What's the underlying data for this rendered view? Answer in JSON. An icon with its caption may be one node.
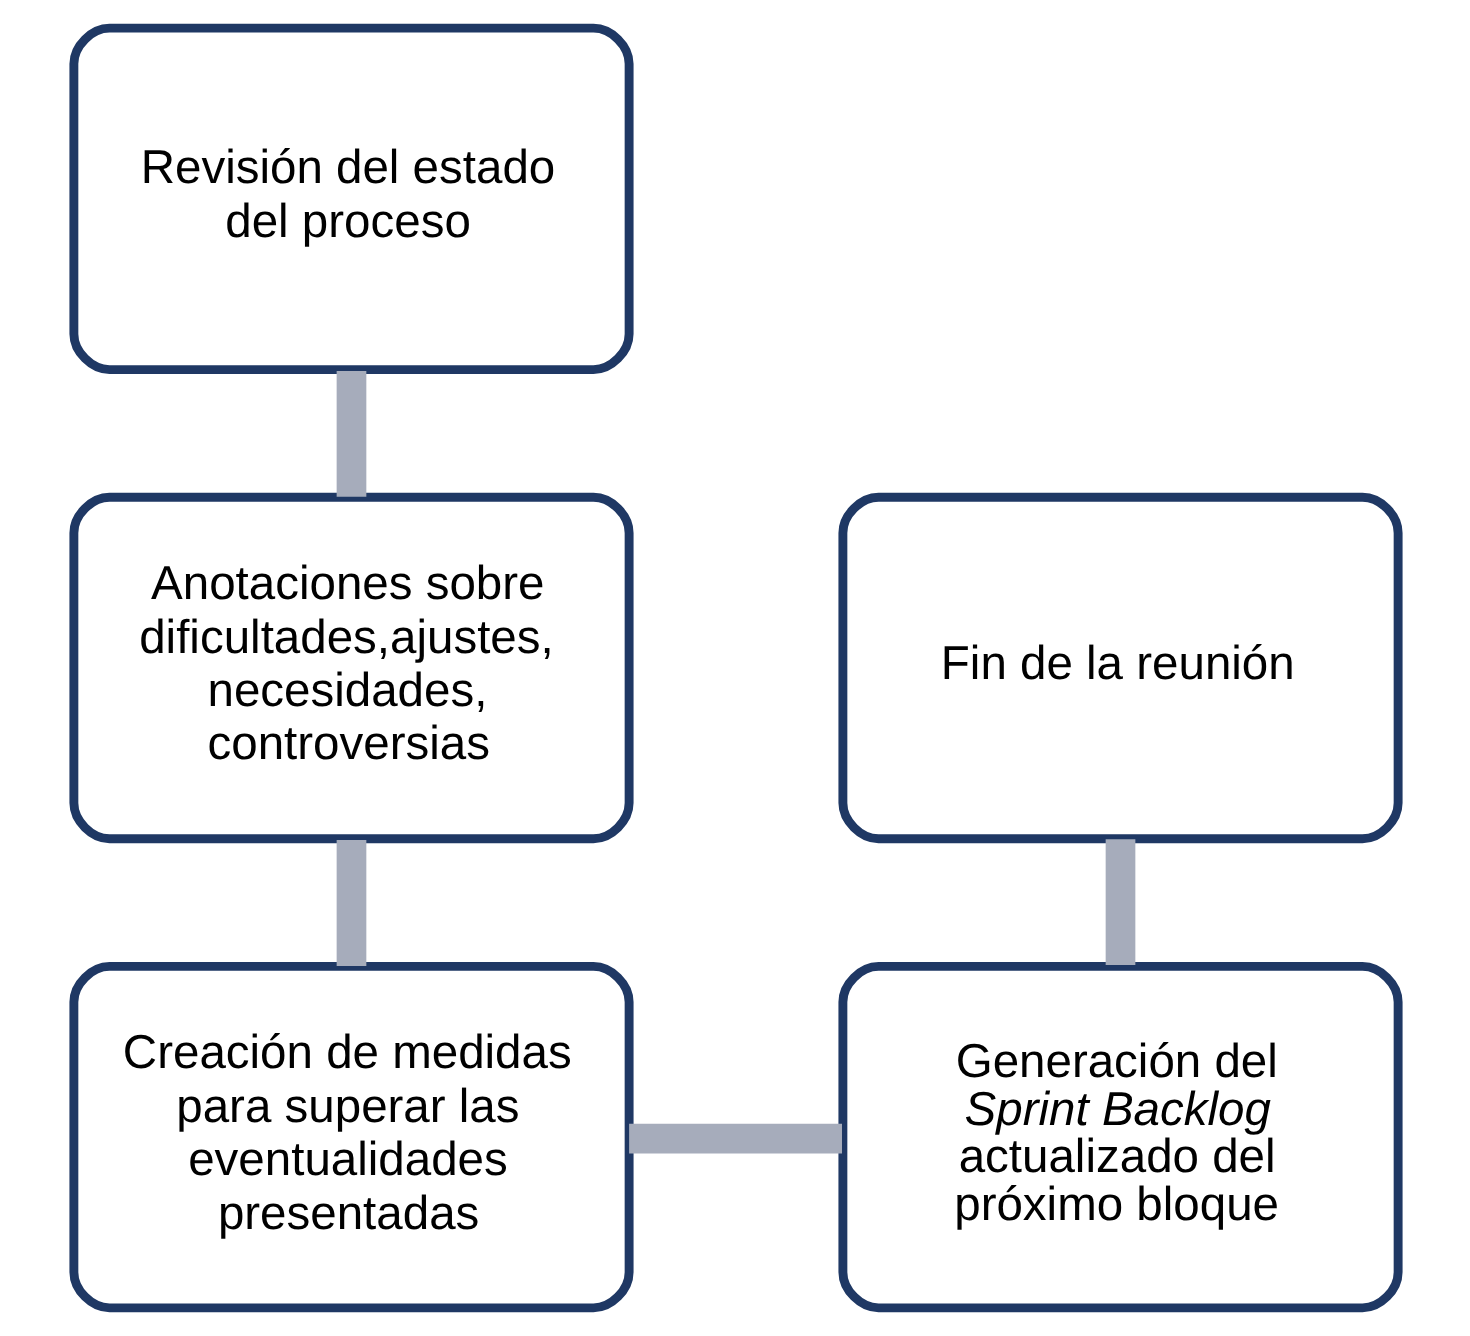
{
  "diagram": {
    "nodes": [
      {
        "text": [
          "Revisión del estado del proceso"
        ]
      },
      {
        "text": [
          "Anotaciones sobre dificultades,ajustes, necesidades, controversias"
        ]
      },
      {
        "text": [
          "Creación de medidas para superar las eventualidades presentadas"
        ]
      },
      {
        "text": [
          "Generación del *Sprint Backlog* actualizado del próximo bloque"
        ]
      },
      {
        "text": [
          "Fin de la reunión"
        ]
      }
    ],
    "edges": [
      {
        "from": 0,
        "to": 1,
        "arrow": "none"
      },
      {
        "from": 1,
        "to": 2,
        "arrow": "none"
      },
      {
        "from": 2,
        "to": 3,
        "arrow": "none"
      },
      {
        "from": 3,
        "to": 4,
        "arrow": "none"
      }
    ]
  }
}
